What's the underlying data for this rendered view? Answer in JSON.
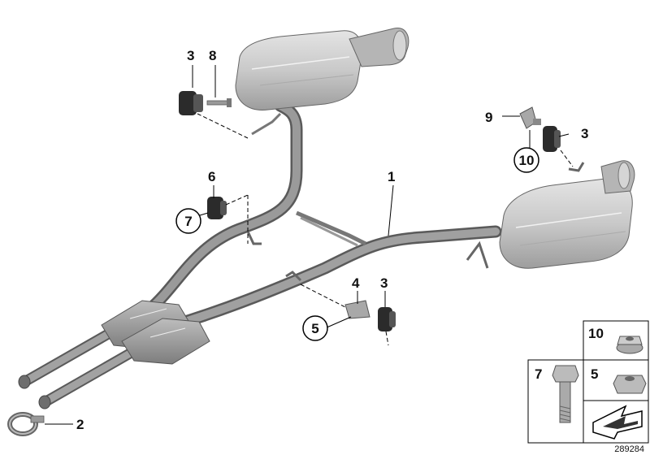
{
  "callouts": {
    "c1": "1",
    "c2": "2",
    "c3a": "3",
    "c3b": "3",
    "c3c": "3",
    "c4": "4",
    "c5": "5",
    "c6": "6",
    "c7": "7",
    "c8": "8",
    "c9": "9",
    "c10": "10"
  },
  "legend": {
    "nut_flange": "10",
    "nut_hex": "5",
    "bolt": "7"
  },
  "diagram_number": "289284",
  "colors": {
    "pipe": "#8f8f8f",
    "muffler": "#c8c8c8",
    "rubber": "#2b2b2b",
    "line": "#000000"
  }
}
